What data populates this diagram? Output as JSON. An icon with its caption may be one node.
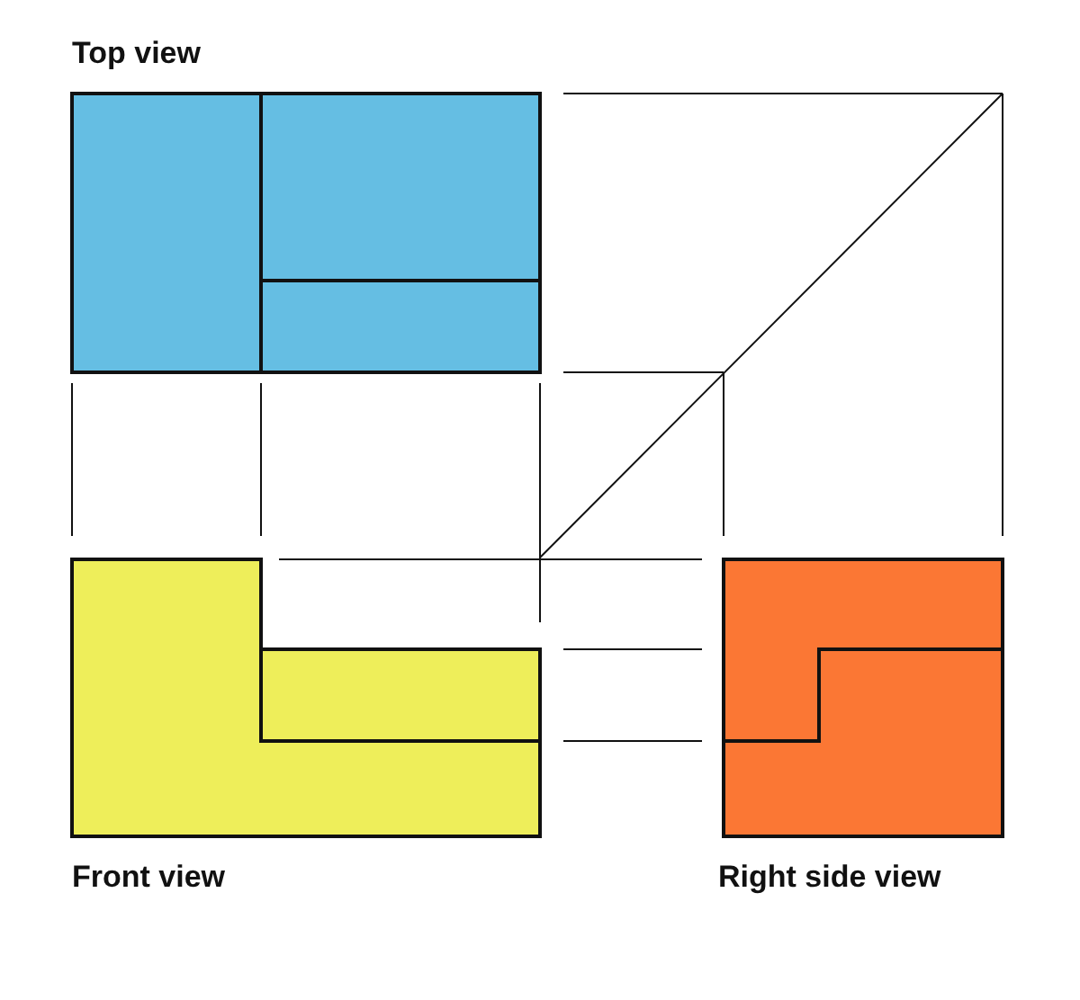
{
  "diagram": {
    "nodes": [
      {
        "text": [
          "Top view"
        ]
      },
      {
        "text": [
          "Front view"
        ]
      },
      {
        "text": [
          "Right side view"
        ]
      }
    ]
  }
}
